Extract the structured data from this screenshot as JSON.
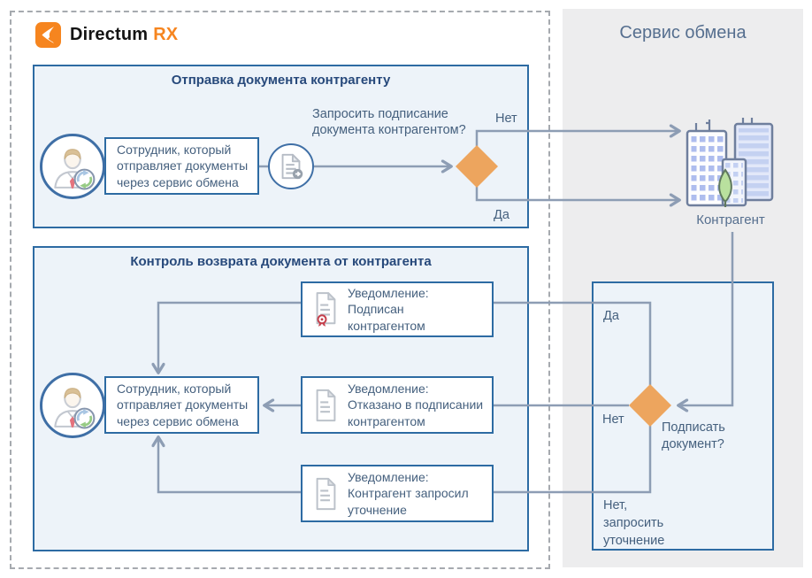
{
  "logo": {
    "brand": "Directum",
    "suffix": "RX"
  },
  "exchange_panel": {
    "title": "Сервис обмена",
    "counterparty": "Контрагент",
    "decision": {
      "question": "Подписать\nдокумент?",
      "yes": "Да",
      "no": "Нет",
      "no_clarify": "Нет,\nзапросить\nуточнение"
    }
  },
  "send_section": {
    "title": "Отправка документа контрагенту",
    "employee": "Сотрудник, который\nотправляет документы\nчерез сервис обмена",
    "question": "Запросить подписание\nдокумента контрагентом?",
    "no": "Нет",
    "yes": "Да"
  },
  "control_section": {
    "title": "Контроль возврата документа от контрагента",
    "employee": "Сотрудник, который\nотправляет документы\nчерез сервис обмена",
    "notifications": [
      {
        "text": "Уведомление:\nПодписан\nконтрагентом"
      },
      {
        "text": "Уведомление:\nОтказано в подписании\nконтрагентом"
      },
      {
        "text": "Уведомление:\nКонтрагент запросил\nуточнение"
      }
    ]
  },
  "icons": {
    "logo": "directum-logo-icon",
    "employee": "person-sync-icon",
    "send_document": "document-add-icon",
    "signed_notification": "document-seal-icon",
    "notification": "document-icon",
    "counterparty": "buildings-icon"
  },
  "colors": {
    "decision_orange": "#EDA55E",
    "logo_orange": "#F6851F",
    "box_border_blue": "#2D6BA3",
    "box_fill_blue": "#EDF3F9",
    "connector_gray": "#8D9DB4",
    "panel_gray": "#EDEDEE",
    "heading_blue": "#27497B",
    "text_blue": "#45607E",
    "seal_red": "#C5414D"
  }
}
